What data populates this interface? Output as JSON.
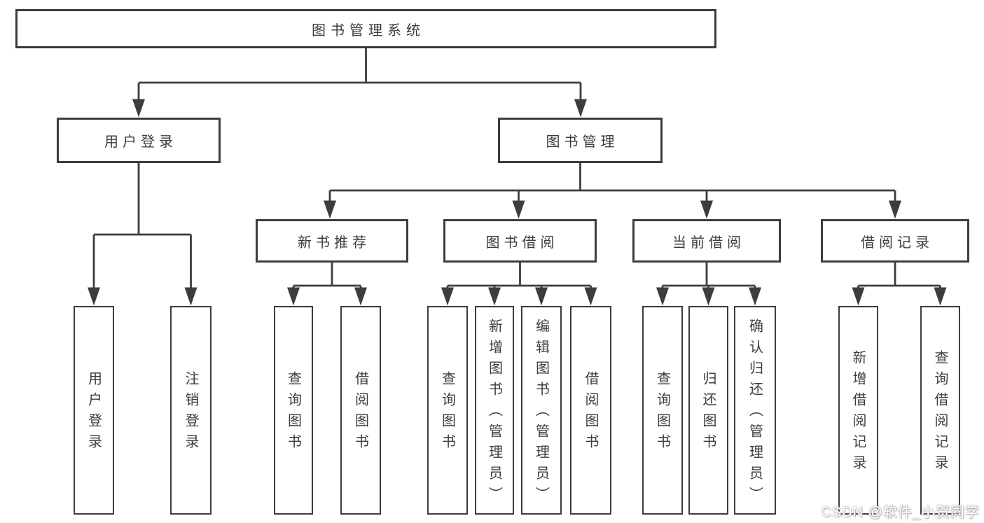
{
  "tree": {
    "root": {
      "label": "图书管理系统"
    },
    "level2": [
      {
        "label": "用户登录",
        "children": [
          "用户登录",
          "注销登录"
        ]
      },
      {
        "label": "图书管理",
        "children": [
          {
            "label": "新书推荐",
            "children": [
              "查询图书",
              "借阅图书"
            ]
          },
          {
            "label": "图书借阅",
            "children": [
              "查询图书",
              "新增图书（管理员）",
              "编辑图书（管理员）",
              "借阅图书"
            ]
          },
          {
            "label": "当前借阅",
            "children": [
              "查询图书",
              "归还图书",
              "确认归还（管理员）"
            ]
          },
          {
            "label": "借阅记录",
            "children": [
              "新增借阅记录",
              "查询借阅记录"
            ]
          }
        ]
      }
    ]
  },
  "watermark": {
    "text": "CSDN @软件_小贺同学"
  },
  "colors": {
    "line": "#3d3d3d",
    "background": "#ffffff",
    "watermark": "#ffffff"
  }
}
